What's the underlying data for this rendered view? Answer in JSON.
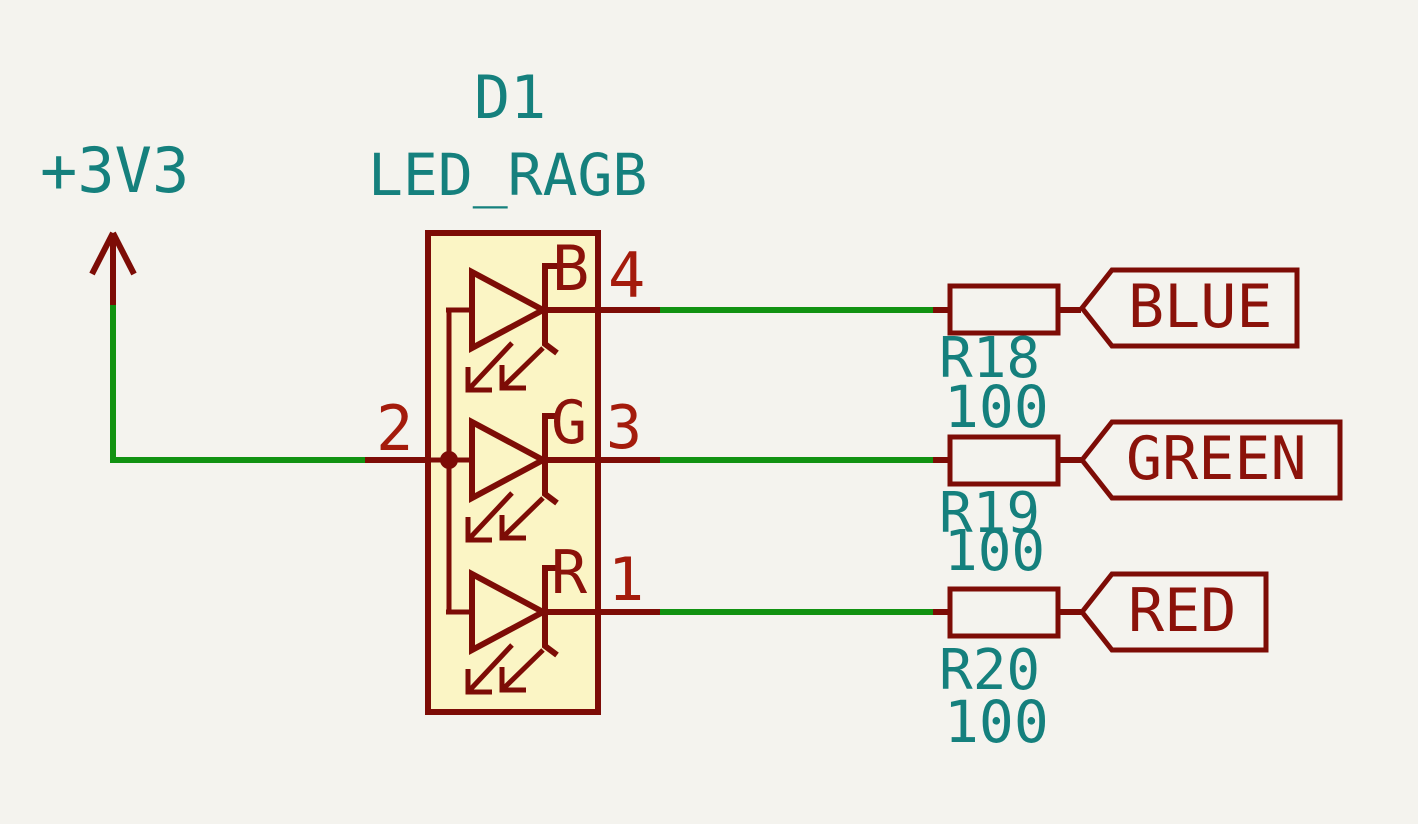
{
  "schematic": {
    "power_symbol": {
      "label": "+3V3"
    },
    "led": {
      "reference": "D1",
      "value": "LED_RAGB",
      "pins": [
        {
          "name": "B",
          "number": "4"
        },
        {
          "name": "G",
          "number": "3"
        },
        {
          "name": "R",
          "number": "1"
        },
        {
          "name": "",
          "number": "2"
        }
      ]
    },
    "resistors": [
      {
        "reference": "R18",
        "value": "100"
      },
      {
        "reference": "R19",
        "value": "100"
      },
      {
        "reference": "R20",
        "value": "100"
      }
    ],
    "hierarchical_labels": [
      {
        "label": "BLUE"
      },
      {
        "label": "GREEN"
      },
      {
        "label": "RED"
      }
    ]
  },
  "colors": {
    "background": "#f4f3ee",
    "line_red": "#7d0c06",
    "text_red": "#8b120a",
    "pin_number": "#a41b0c",
    "teal": "#15807d",
    "wire_green": "#119211",
    "body_fill": "#fbf5c5"
  }
}
